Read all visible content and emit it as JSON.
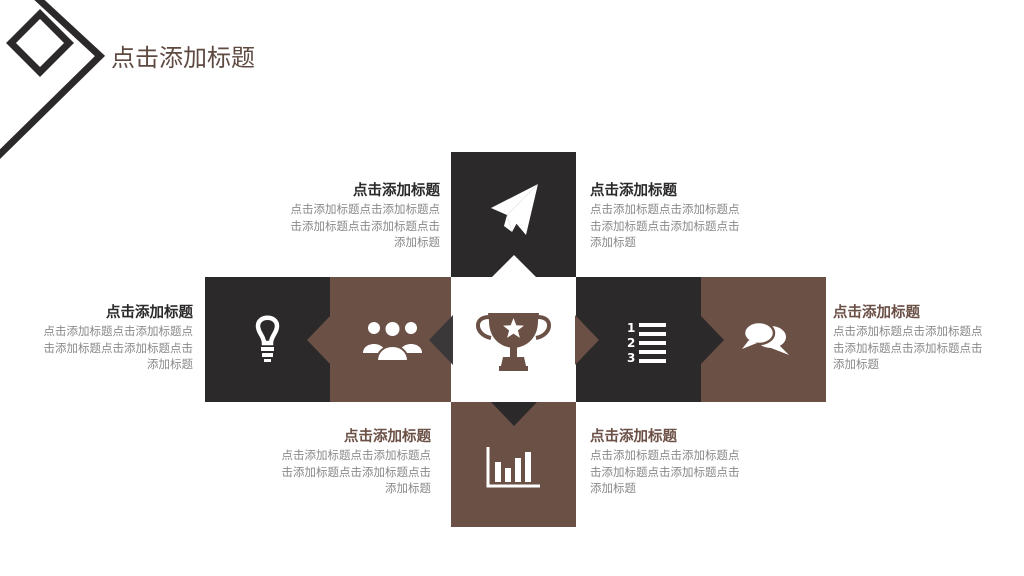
{
  "page": {
    "title": "点击添加标题"
  },
  "colors": {
    "dark": "#2b2929",
    "brown": "#6b5046",
    "text_gray": "#8a8a8a"
  },
  "center": {
    "icon": "trophy-star-icon"
  },
  "blocks": {
    "top_left": {
      "title": "点击添加标题",
      "body": "点击添加标题点击添加标题点击添加标题点击添加标题点击添加标题",
      "icon": "paper-plane-icon"
    },
    "top_right": {
      "title": "点击添加标题",
      "body": "点击添加标题点击添加标题点击添加标题点击添加标题点击添加标题"
    },
    "left": {
      "title": "点击添加标题",
      "body": "点击添加标题点击添加标题点击添加标题点击添加标题点击添加标题",
      "icon": "lightbulb-icon"
    },
    "right": {
      "title": "点击添加标题",
      "body": "点击添加标题点击添加标题点击添加标题点击添加标题点击添加标题",
      "icon": "chat-bubbles-icon"
    },
    "bottom_left": {
      "title": "点击添加标题",
      "body": "点击添加标题点击添加标题点击添加标题点击添加标题点击添加标题",
      "icon": "bar-chart-icon"
    },
    "bottom_right": {
      "title": "点击添加标题",
      "body": "点击添加标题点击添加标题点击添加标题点击添加标题点击添加标题"
    }
  },
  "tiles": {
    "inner_left_icon": "team-people-icon",
    "inner_right_icon": "numbered-list-icon",
    "list_numbers": [
      "1",
      "2",
      "3"
    ]
  }
}
